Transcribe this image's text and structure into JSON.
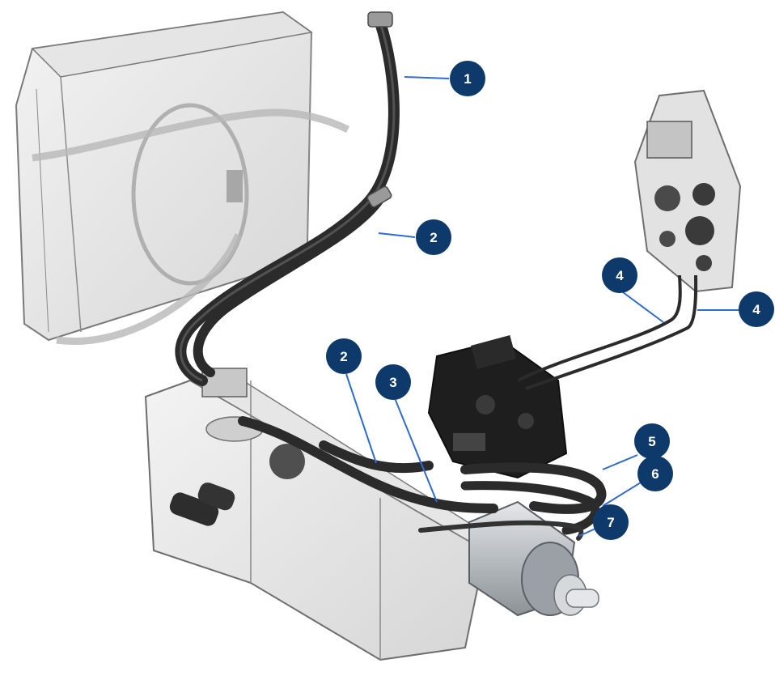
{
  "colors": {
    "callout_fill": "#0d3a6b",
    "callout_text": "#ffffff",
    "leader_line": "#2f6bd0",
    "hose": "#2b2b2b",
    "hose_highlight": "#6d6d6d",
    "tank_fill": "#d9d9d9",
    "tank_edge": "#6e6e6e",
    "valve_body": "#1c1c1c",
    "motor_body": "#bfc4c8"
  },
  "callouts": [
    {
      "id": "c1",
      "label": "1"
    },
    {
      "id": "c2a",
      "label": "2"
    },
    {
      "id": "c2b",
      "label": "2"
    },
    {
      "id": "c3",
      "label": "3"
    },
    {
      "id": "c4a",
      "label": "4"
    },
    {
      "id": "c4b",
      "label": "4"
    },
    {
      "id": "c5",
      "label": "5"
    },
    {
      "id": "c6",
      "label": "6"
    },
    {
      "id": "c7",
      "label": "7"
    }
  ]
}
